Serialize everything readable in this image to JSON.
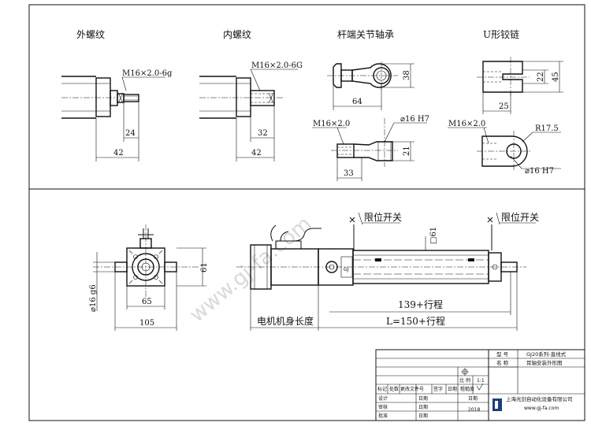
{
  "top_views": {
    "external_thread": {
      "title": "外螺纹",
      "thread": "M16×2.0-6g",
      "dim_a": "24",
      "dim_b": "42"
    },
    "internal_thread": {
      "title": "内螺纹",
      "thread": "M16×2.0-6G",
      "dim_a": "32",
      "dim_b": "42"
    },
    "rod_end_bearing": {
      "title": "杆端关节轴承",
      "height": "38",
      "length": "64",
      "thread": "M16×2.0",
      "bore": "⌀16 H7",
      "width": "21",
      "offset": "33"
    },
    "u_clevis": {
      "title": "U形铰链",
      "inner": "22",
      "outer": "45",
      "length": "25",
      "thread": "M16×2.0",
      "radius": "R17.5",
      "bore": "⌀16 H7"
    }
  },
  "main_view": {
    "limit_switch_1": "限位开关",
    "limit_switch_2": "限位开关",
    "square": "□61",
    "end_height": "61",
    "shaft_dia": "⌀16 g6",
    "flange": "65",
    "width": "105",
    "stroke_length": "139+行程",
    "motor_length": "电机机身长度",
    "total_length": "L=150+行程",
    "brand_mark": "GJ"
  },
  "title_block": {
    "model_label": "型  号",
    "model_value": "GJ20系列-直线式",
    "name_label": "名  称",
    "name_value": "耳轴安装外形图",
    "scale_label": "比  例",
    "scale_value": "1:1",
    "col_mark": "标记",
    "col_count": "处数",
    "col_doc": "更改文件号",
    "col_sign": "签字",
    "col_date": "日期",
    "col_rough": "粗糙度",
    "row_design": "设计",
    "row_review": "审核",
    "row_approve": "批准",
    "date_label": "日期",
    "date_label_2": "日期",
    "date_label_3": "日期",
    "date_label_4": "日期",
    "year": "2018",
    "company": "上海光剑自动化设备有限公司",
    "website": "www.gj-fa.com"
  },
  "watermark": "www.gj-fa.com"
}
